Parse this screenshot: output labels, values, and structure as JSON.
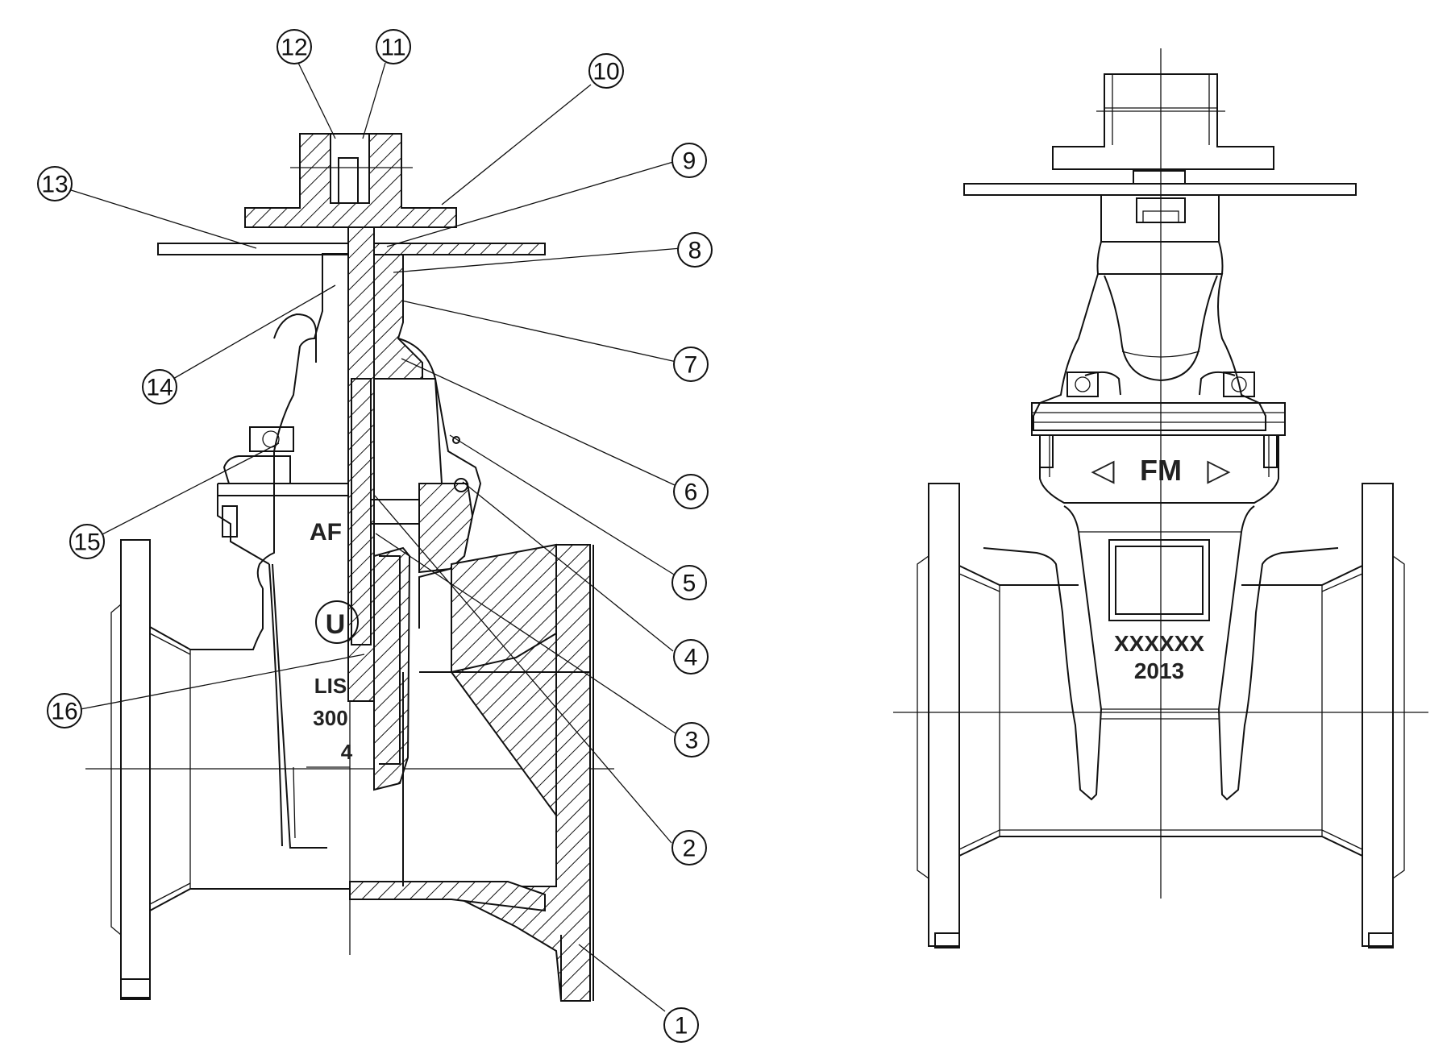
{
  "callouts": [
    "1",
    "2",
    "3",
    "4",
    "5",
    "6",
    "7",
    "8",
    "9",
    "10",
    "11",
    "12",
    "13",
    "14",
    "15",
    "16"
  ],
  "markings_left": {
    "brand": "AF",
    "ul": "U",
    "listed": "LIS",
    "pressure": "300",
    "size": "4"
  },
  "markings_right": {
    "fm": "FM",
    "code": "XXXXXX",
    "year": "2013"
  }
}
